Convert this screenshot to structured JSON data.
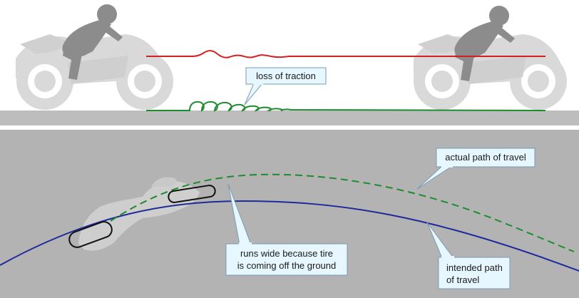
{
  "top_panel": {
    "callout": {
      "text": "loss of traction"
    },
    "colors": {
      "suspension_line": "#d32020",
      "ground_line": "#1e8c2e",
      "motorcycle": "#d9d9d9",
      "rider": "#8c8c8c",
      "ground": "#bdbdbd"
    }
  },
  "bottom_panel": {
    "callouts": {
      "actual": {
        "text": "actual path of travel"
      },
      "runs_wide": {
        "lines": [
          "runs wide because tire",
          "is coming off the ground"
        ]
      },
      "intended": {
        "lines": [
          "intended path",
          "of travel"
        ]
      }
    },
    "colors": {
      "road": "#b3b3b3",
      "actual_path": "#1e8c2e",
      "intended_path": "#1f2a9a",
      "callout_fill": "#e6f7ff",
      "callout_border": "#7a9ab0"
    }
  }
}
